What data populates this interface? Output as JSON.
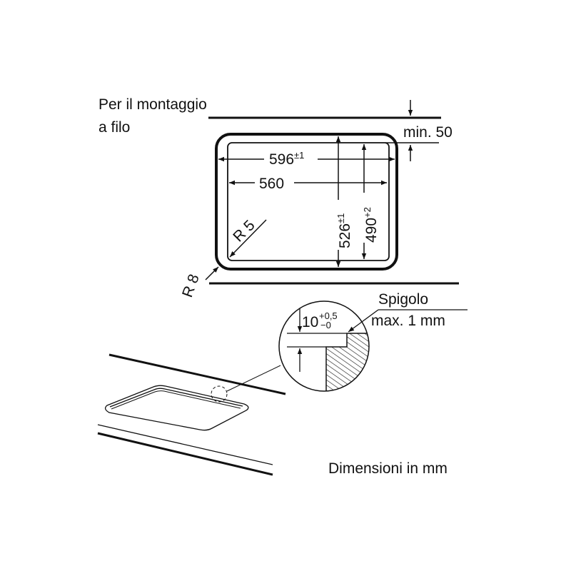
{
  "title": {
    "line1": "Per il montaggio",
    "line2": "a filo"
  },
  "dimensions": {
    "min_gap": "min. 50",
    "outer_width": "596",
    "outer_width_tol": "±1",
    "inner_width": "560",
    "outer_depth": "526",
    "outer_depth_tol": "±1",
    "inner_depth": "490",
    "inner_depth_tol": "+2",
    "inner_radius": "R 5",
    "outer_radius": "R 8"
  },
  "detail": {
    "depth": "10",
    "depth_tol_upper": "+0,5",
    "depth_tol_lower": "−0",
    "edge_line1": "Spigolo",
    "edge_line2": "max. 1 mm"
  },
  "units_note": "Dimensioni in mm"
}
